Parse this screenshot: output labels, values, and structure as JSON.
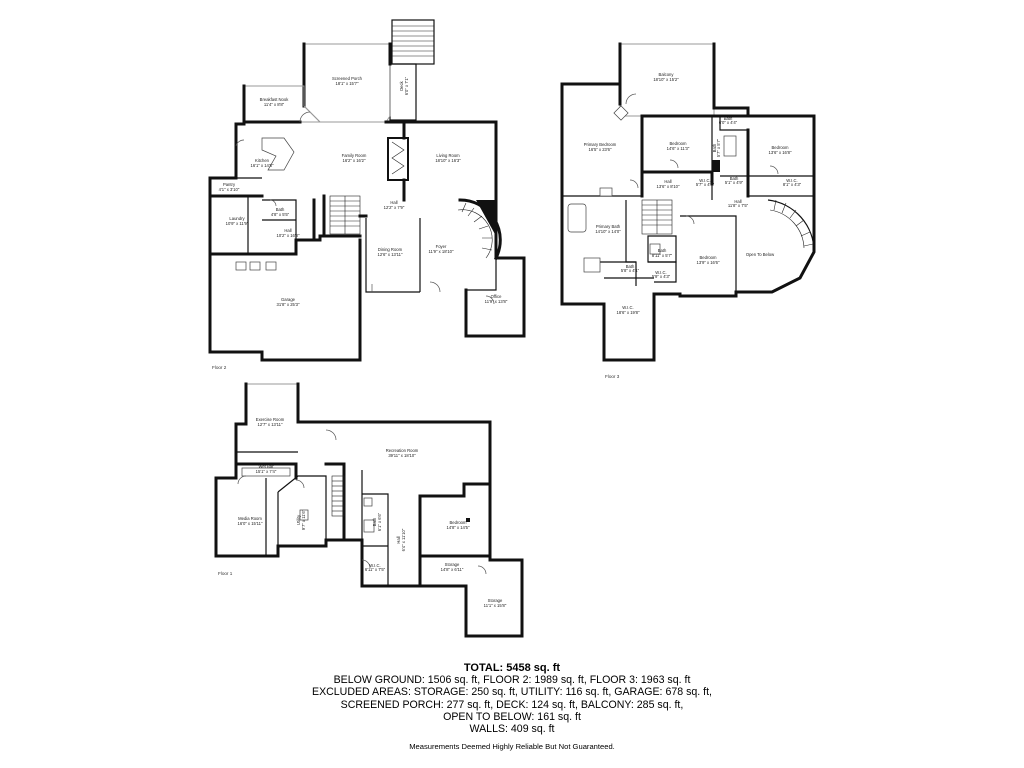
{
  "floors": {
    "floor2": {
      "label": "Floor 2",
      "rooms": {
        "screened_porch": {
          "name": "Screened Porch",
          "dims": "18'1\" x 15'7\""
        },
        "deck": {
          "name": "Deck",
          "dims": "6'0\" x 7'1\""
        },
        "breakfast_nook": {
          "name": "Breakfast Nook",
          "dims": "11'4\" x 8'8\""
        },
        "kitchen": {
          "name": "Kitchen",
          "dims": "16'1\" x 14'8\""
        },
        "family_room": {
          "name": "Family Room",
          "dims": "16'2\" x 16'2\""
        },
        "living_room": {
          "name": "Living Room",
          "dims": "18'10\" x 16'3\""
        },
        "pantry": {
          "name": "Pantry",
          "dims": "4'1\" x 3'10\""
        },
        "laundry": {
          "name": "Laundry",
          "dims": "10'9\" x 11'9\""
        },
        "bath": {
          "name": "Bath",
          "dims": "4'8\" x 5'5\""
        },
        "hall_a": {
          "name": "Hall",
          "dims": "12'2\" x 7'9\""
        },
        "hall_b": {
          "name": "Hall",
          "dims": "10'2\" x 16'3\""
        },
        "dining_room": {
          "name": "Dining Room",
          "dims": "12'6\" x 13'11\""
        },
        "foyer": {
          "name": "Foyer",
          "dims": "11'9\" x 18'10\""
        },
        "office": {
          "name": "Office",
          "dims": "11'9\" x 13'8\""
        },
        "garage": {
          "name": "Garage",
          "dims": "31'8\" x 25'3\""
        }
      }
    },
    "floor3": {
      "label": "Floor 3",
      "rooms": {
        "balcony": {
          "name": "Balcony",
          "dims": "18'10\" x 15'2\""
        },
        "primary_bedroom": {
          "name": "Primary Bedroom",
          "dims": "16'5\" x 23'6\""
        },
        "bedroom_a": {
          "name": "Bedroom",
          "dims": "14'6\" x 11'3\""
        },
        "bath_a": {
          "name": "Bath",
          "dims": "6'0\" x 4'4\""
        },
        "bath_b": {
          "name": "Bath",
          "dims": "5'7\" x 5'7\""
        },
        "bedroom_b": {
          "name": "Bedroom",
          "dims": "13'6\" x 16'8\""
        },
        "wic_a": {
          "name": "W.I.C.",
          "dims": "5'7\" x 4'4\""
        },
        "bath_c": {
          "name": "Bath",
          "dims": "5'1\" x 4'9\""
        },
        "wic_b": {
          "name": "W.I.C.",
          "dims": "8'1\" x 4'3\""
        },
        "hall_a": {
          "name": "Hall",
          "dims": "13'6\" x 8'10\""
        },
        "hall_b": {
          "name": "Hall",
          "dims": "11'8\" x 7'5\""
        },
        "primary_bath": {
          "name": "Primary Bath",
          "dims": "14'10\" x 14'0\""
        },
        "bath_d": {
          "name": "Bath",
          "dims": "8'11\" x 5'7\""
        },
        "bath_e": {
          "name": "Bath",
          "dims": "5'8\" x 4'1\""
        },
        "wic_c": {
          "name": "W.I.C.",
          "dims": "5'9\" x 4'3\""
        },
        "bedroom_c": {
          "name": "Bedroom",
          "dims": "13'9\" x 16'6\""
        },
        "open_to_below": {
          "name": "Open To Below",
          "dims": ""
        },
        "wic_d": {
          "name": "W.I.C.",
          "dims": "18'6\" x 19'8\""
        }
      }
    },
    "floor1": {
      "label": "Floor 1",
      "rooms": {
        "exercise_room": {
          "name": "Exercise Room",
          "dims": "12'7\" x 13'11\""
        },
        "recreation_room": {
          "name": "Recreation Room",
          "dims": "39'11\" x 18'10\""
        },
        "wet_bar": {
          "name": "Wet Bar",
          "dims": "15'1\" x 7'4\""
        },
        "media_room": {
          "name": "Media Room",
          "dims": "16'0\" x 15'11\""
        },
        "utility": {
          "name": "Utility",
          "dims": "9'7\" x 11'6\""
        },
        "bath": {
          "name": "Bath",
          "dims": "6'1\" x 6'6\""
        },
        "hall": {
          "name": "Hall",
          "dims": "6'4\" x 11'10\""
        },
        "bedroom": {
          "name": "Bedroom",
          "dims": "14'8\" x 14'5\""
        },
        "wic": {
          "name": "W.I.C.",
          "dims": "6'11\" x 7'5\""
        },
        "storage_a": {
          "name": "Storage",
          "dims": "14'8\" x 6'11\""
        },
        "storage_b": {
          "name": "Storage",
          "dims": "11'1\" x 15'8\""
        }
      }
    }
  },
  "summary": {
    "total": "TOTAL: 5458 sq. ft",
    "line1": "BELOW GROUND: 1506 sq. ft, FLOOR 2: 1989 sq. ft, FLOOR 3: 1963 sq. ft",
    "line2": "EXCLUDED AREAS: STORAGE: 250 sq. ft, UTILITY: 116 sq. ft, GARAGE: 678 sq. ft,",
    "line3": "SCREENED PORCH: 277 sq. ft, DECK: 124 sq. ft, BALCONY: 285 sq. ft,",
    "line4": "OPEN TO BELOW: 161 sq. ft",
    "line5": "WALLS: 409 sq. ft"
  },
  "disclaimer": "Measurements Deemed Highly Reliable But Not Guaranteed."
}
